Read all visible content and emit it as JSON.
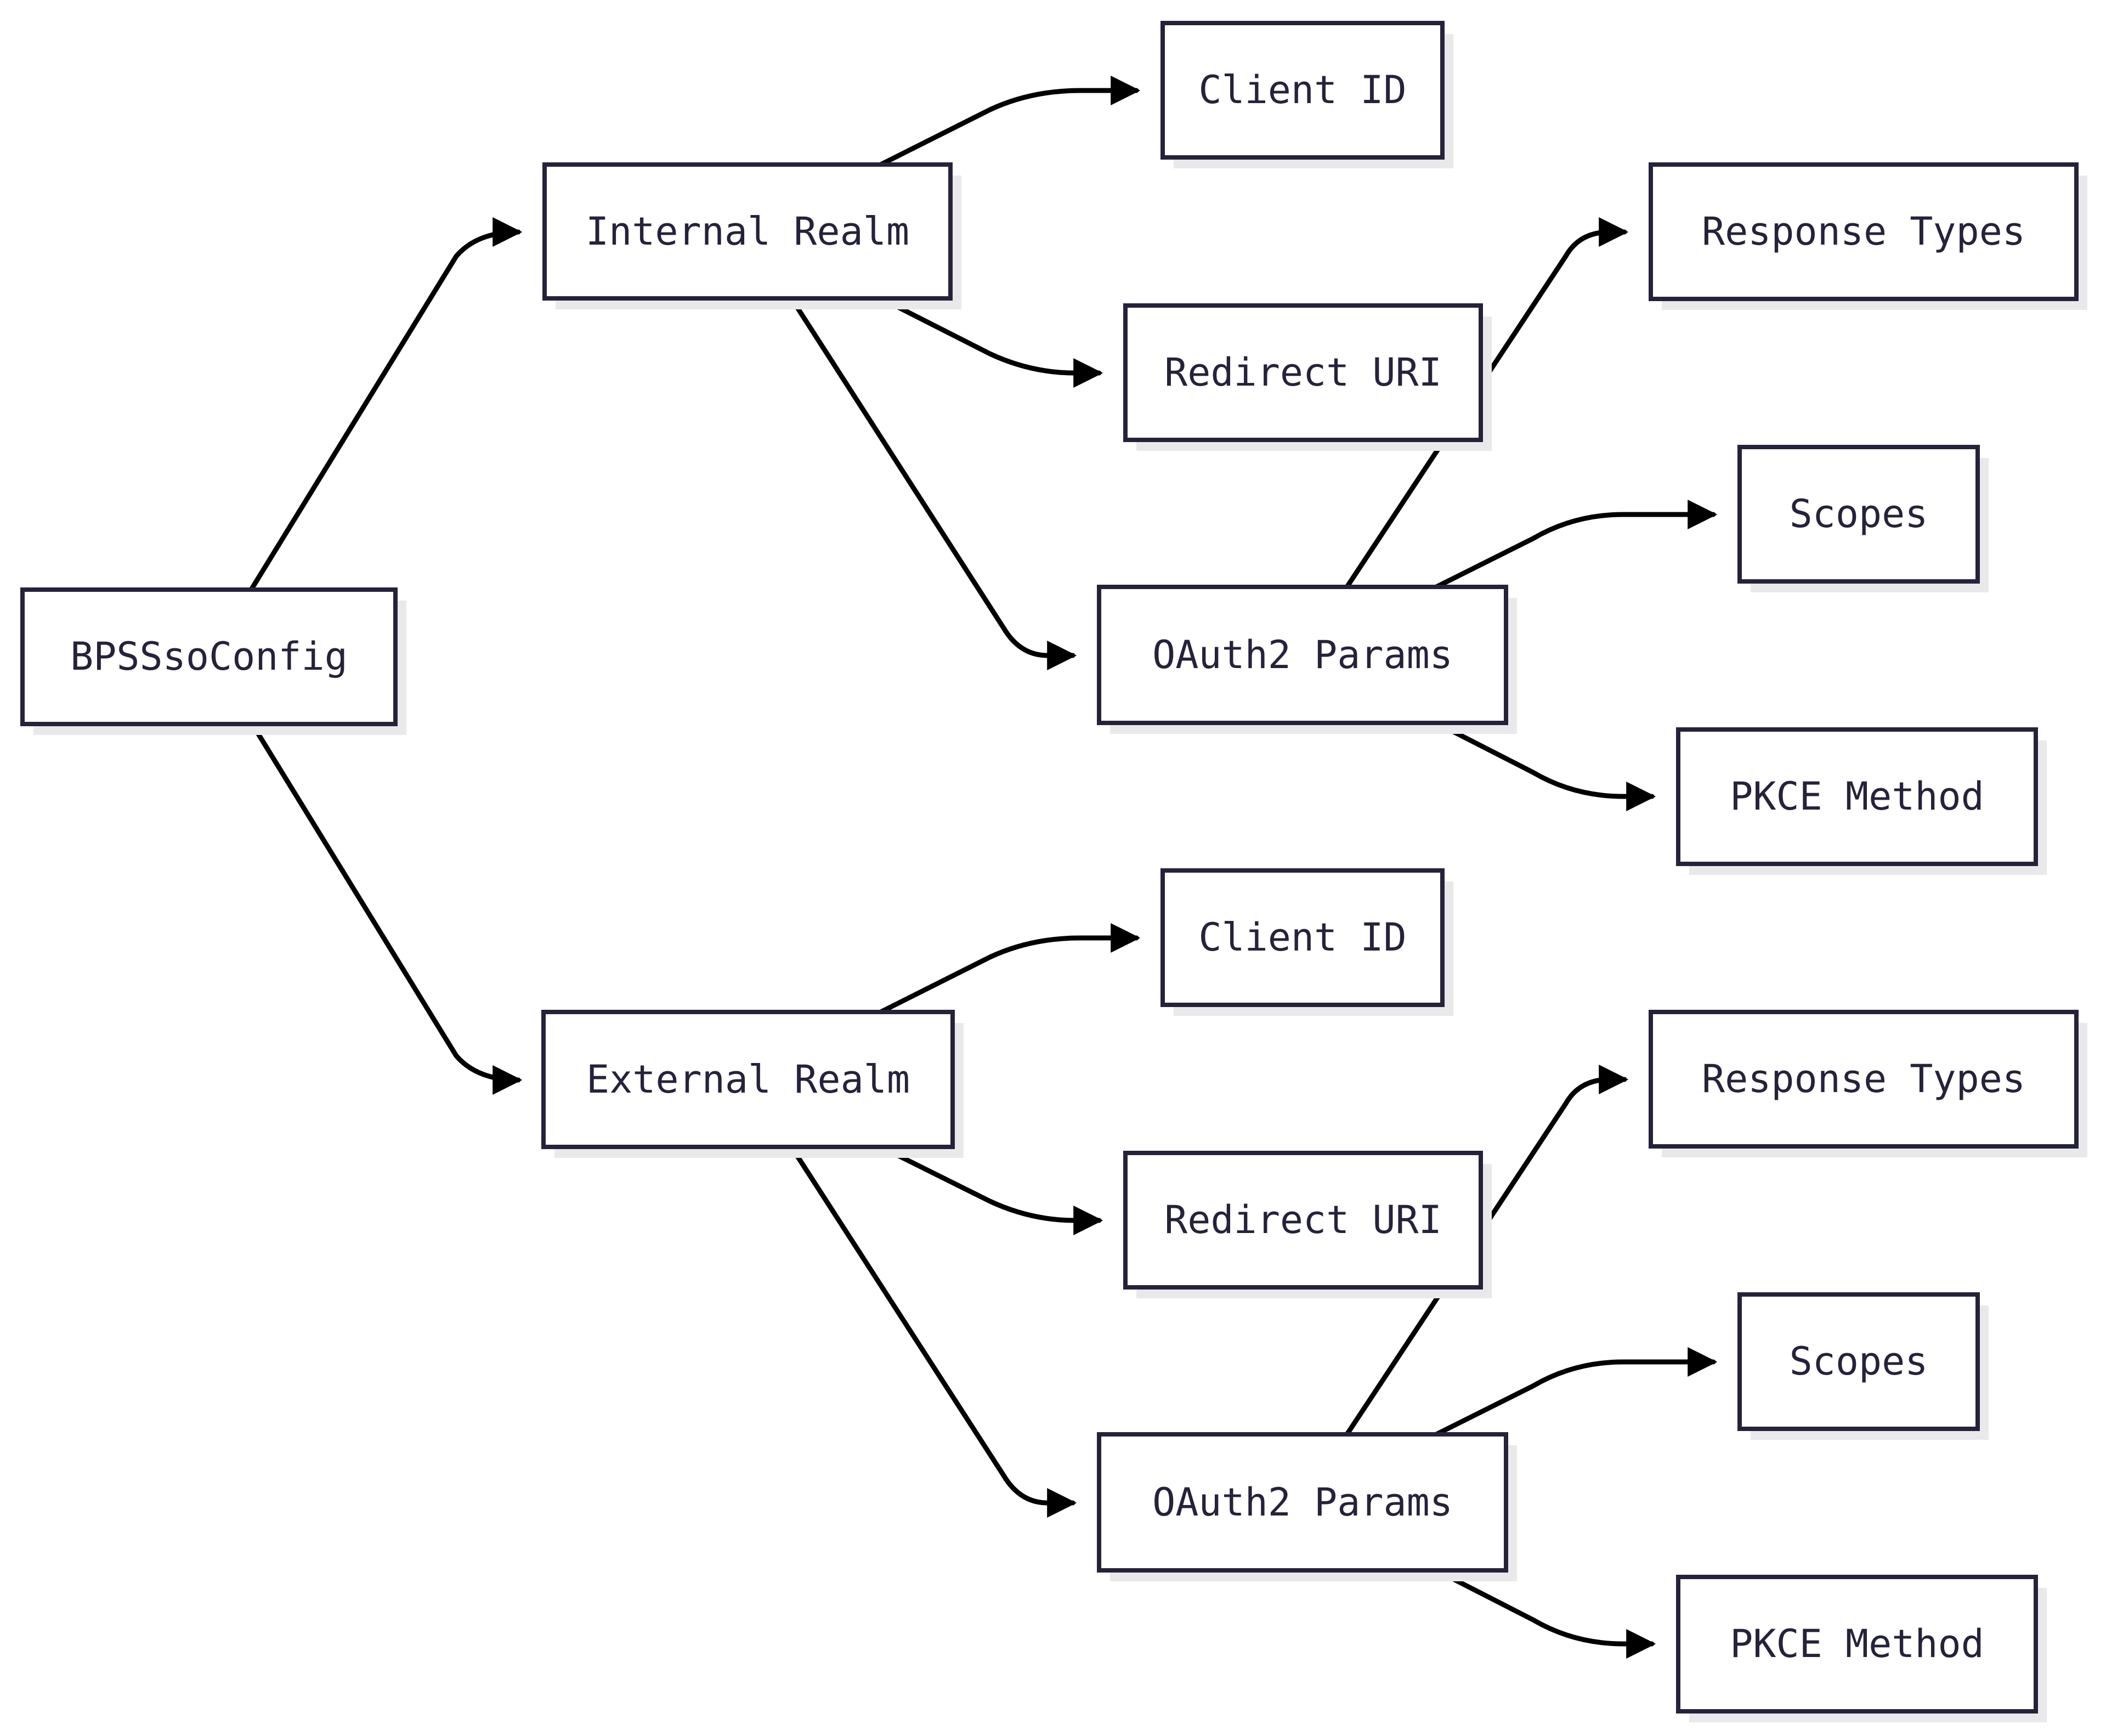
{
  "nodes": {
    "root": "BPSSsoConfig",
    "internal_realm": "Internal Realm",
    "external_realm": "External Realm",
    "internal_client_id": "Client ID",
    "internal_redirect_uri": "Redirect URI",
    "internal_oauth2_params": "OAuth2 Params",
    "internal_response_types": "Response Types",
    "internal_scopes": "Scopes",
    "internal_pkce_method": "PKCE Method",
    "external_client_id": "Client ID",
    "external_redirect_uri": "Redirect URI",
    "external_oauth2_params": "OAuth2 Params",
    "external_response_types": "Response Types",
    "external_scopes": "Scopes",
    "external_pkce_method": "PKCE Method"
  },
  "edges": [
    {
      "from": "root",
      "to": "internal_realm"
    },
    {
      "from": "root",
      "to": "external_realm"
    },
    {
      "from": "internal_realm",
      "to": "internal_client_id"
    },
    {
      "from": "internal_realm",
      "to": "internal_redirect_uri"
    },
    {
      "from": "internal_realm",
      "to": "internal_oauth2_params"
    },
    {
      "from": "internal_oauth2_params",
      "to": "internal_response_types"
    },
    {
      "from": "internal_oauth2_params",
      "to": "internal_scopes"
    },
    {
      "from": "internal_oauth2_params",
      "to": "internal_pkce_method"
    },
    {
      "from": "external_realm",
      "to": "external_client_id"
    },
    {
      "from": "external_realm",
      "to": "external_redirect_uri"
    },
    {
      "from": "external_realm",
      "to": "external_oauth2_params"
    },
    {
      "from": "external_oauth2_params",
      "to": "external_response_types"
    },
    {
      "from": "external_oauth2_params",
      "to": "external_scopes"
    },
    {
      "from": "external_oauth2_params",
      "to": "external_pkce_method"
    }
  ],
  "colors": {
    "node_border": "#25233a",
    "node_fill": "#ffffff",
    "node_shadow": "#e9e9ec",
    "edge": "#000000",
    "text": "#25233a"
  }
}
